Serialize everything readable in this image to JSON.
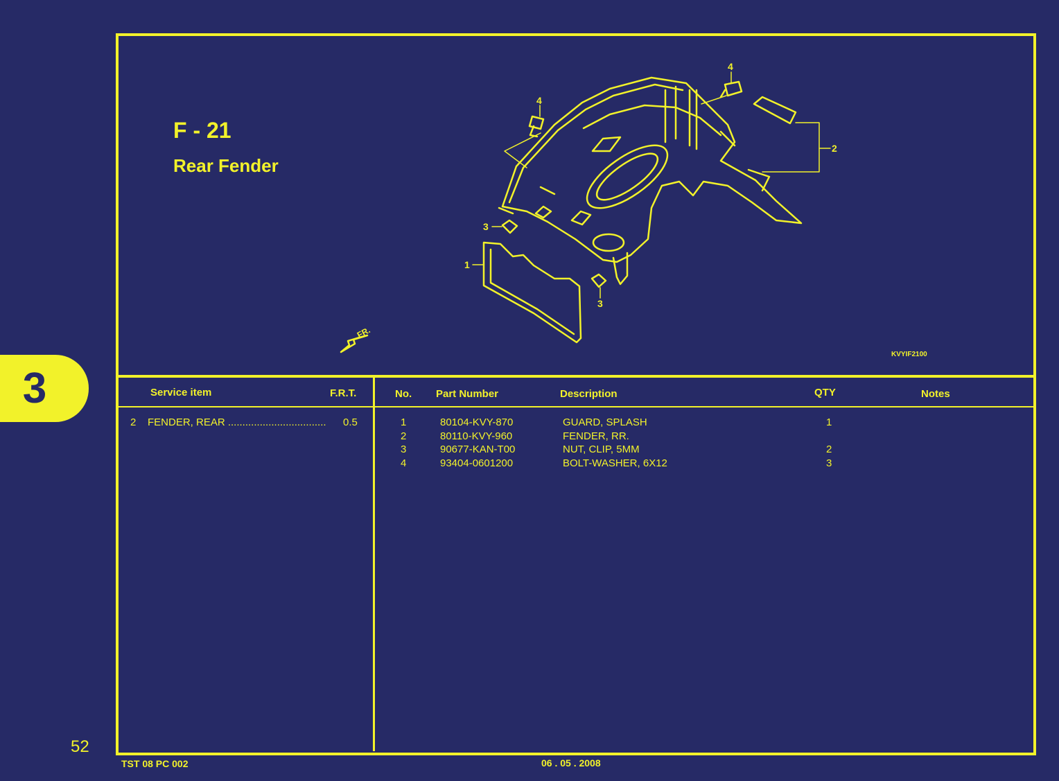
{
  "page_number": "52",
  "section_tab": "3",
  "figure": {
    "code": "F - 21",
    "name": "Rear Fender",
    "ref": "KVYIF2100",
    "front_marker": "FR."
  },
  "callouts": {
    "c1": "1",
    "c2": "2",
    "c3a": "3",
    "c3b": "3",
    "c4a": "4",
    "c4b": "4"
  },
  "service": {
    "headers": {
      "item": "Service item",
      "frt": "F.R.T."
    },
    "rows": [
      {
        "no": "2",
        "item": "FENDER, REAR ..................................",
        "frt": "0.5"
      }
    ]
  },
  "parts": {
    "headers": {
      "no": "No.",
      "part": "Part Number",
      "desc": "Description",
      "qty": "QTY",
      "notes": "Notes"
    },
    "rows": [
      {
        "no": "1",
        "part": "80104-KVY-870",
        "desc": "GUARD, SPLASH",
        "qty": "1"
      },
      {
        "no": "2",
        "part": "80110-KVY-960",
        "desc": "FENDER, RR.",
        "qty": ""
      },
      {
        "no": "3",
        "part": "90677-KAN-T00",
        "desc": "NUT, CLIP, 5MM",
        "qty": "2"
      },
      {
        "no": "4",
        "part": "93404-0601200",
        "desc": "BOLT-WASHER, 6X12",
        "qty": "3"
      }
    ]
  },
  "footer": {
    "doc_code": "TST 08 PC 002",
    "date": "06 . 05 . 2008"
  }
}
